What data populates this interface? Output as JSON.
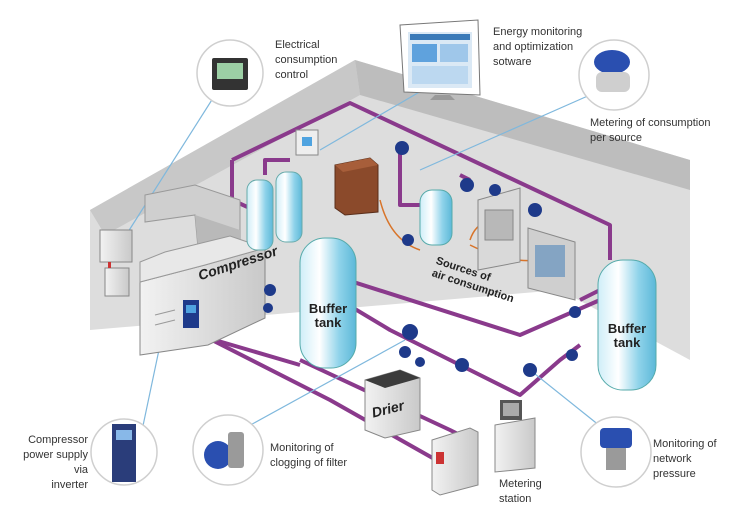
{
  "labels": {
    "electrical": "Electrical\nconsumption\ncontrol",
    "energy_sw": "Energy monitoring\nand optimization\nsotware",
    "metering_source": "Metering of consumption\nper source",
    "compressor_inverter": "Compressor\npower supply via\ninverter",
    "clogging": "Monitoring of\nclogging of filter",
    "network_pressure": "Monitoring  of\nnetwork\npressure",
    "metering_station": "Metering\nstation"
  },
  "equipment": {
    "compressor": "Compressor",
    "buffer_tank_left": "Buffer\ntank",
    "buffer_tank_right": "Buffer\ntank",
    "drier": "Drier",
    "sources": "Sources of\nair consumption"
  },
  "colors": {
    "pipe": "#8a3a8c",
    "tank": "#8fd3ea",
    "valve": "#1e3a8a",
    "wall": "#dcdcdc",
    "callout_line": "#7fb8dd"
  }
}
